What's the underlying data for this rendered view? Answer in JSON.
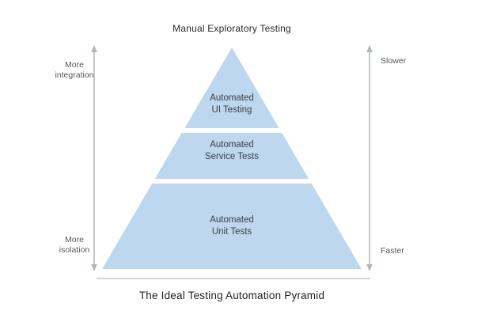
{
  "diagram": {
    "top_label": "Manual Exploratory Testing",
    "caption": "The Ideal Testing Automation Pyramid",
    "pyramid": {
      "tiers": [
        {
          "id": "ui",
          "label": "Automated\nUI Testing"
        },
        {
          "id": "service",
          "label": "Automated\nService Tests"
        },
        {
          "id": "unit",
          "label": "Automated\nUnit Tests"
        }
      ]
    },
    "left_axis": {
      "top_label": "More\nintegration",
      "bottom_label": "More\nisolation"
    },
    "right_axis": {
      "top_label": "Slower",
      "bottom_label": "Faster"
    },
    "colors": {
      "pyramid_fill": "#BDD7EE",
      "arrow": "#AEB6BD",
      "baseline": "#CDD3D8"
    }
  }
}
